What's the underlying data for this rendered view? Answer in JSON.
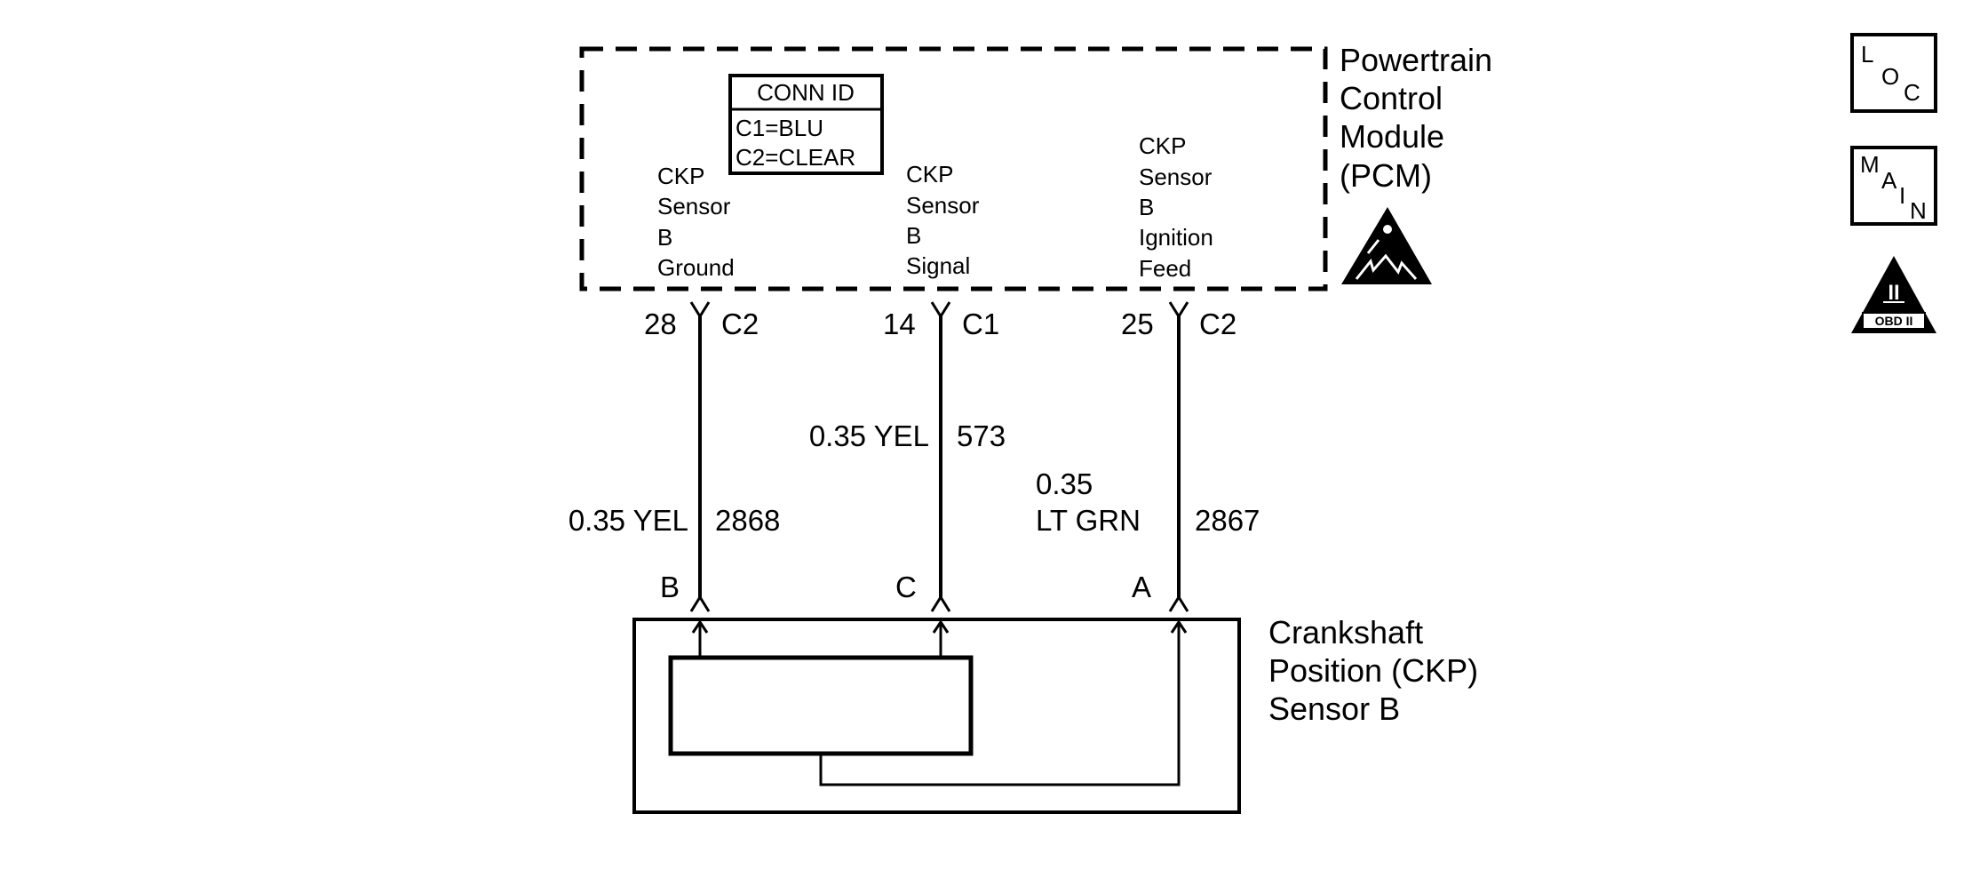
{
  "pcm": {
    "title_lines": [
      "Powertrain",
      "Control",
      "Module",
      "(PCM)"
    ],
    "conn_id": {
      "header": "CONN ID",
      "rows": [
        "C1=BLU",
        "C2=CLEAR"
      ]
    },
    "circuits": [
      {
        "lines": [
          "CKP",
          "Sensor",
          "B",
          "Ground"
        ],
        "pin": "28",
        "connector": "C2"
      },
      {
        "lines": [
          "CKP",
          "Sensor",
          "B",
          "Signal"
        ],
        "pin": "14",
        "connector": "C1"
      },
      {
        "lines": [
          "CKP",
          "Sensor",
          "B",
          "Ignition",
          "Feed"
        ],
        "pin": "25",
        "connector": "C2"
      }
    ]
  },
  "wires": [
    {
      "gauge_color": "0.35 YEL",
      "circuit_number": "2868"
    },
    {
      "gauge_color": "0.35 YEL",
      "circuit_number": "573"
    },
    {
      "gauge": "0.35",
      "color": "LT GRN",
      "circuit_number": "2867"
    }
  ],
  "sensor": {
    "title_lines": [
      "Crankshaft",
      "Position (CKP)",
      "Sensor B"
    ],
    "terminals": [
      "B",
      "C",
      "A"
    ]
  },
  "icons": {
    "loc": {
      "letters": [
        "L",
        "O",
        "C"
      ],
      "name": "loc-icon"
    },
    "main": {
      "letters": [
        "M",
        "A",
        "I",
        "N"
      ],
      "name": "main-icon"
    },
    "obd": {
      "numeral": "II",
      "label": "OBD II",
      "name": "obd-ii-icon"
    },
    "esd": {
      "name": "esd-warning-icon"
    }
  }
}
